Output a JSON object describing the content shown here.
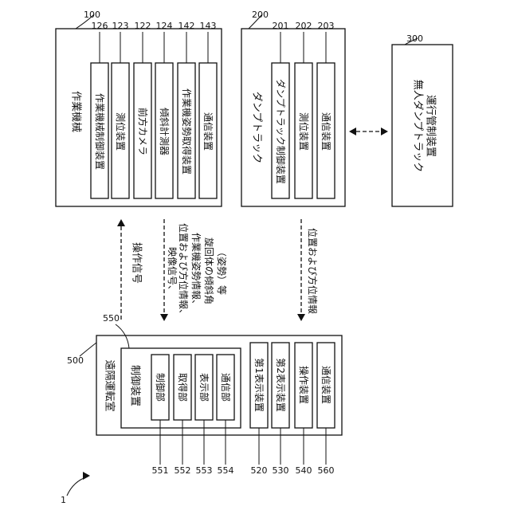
{
  "figure_ref": "1",
  "work_machine": {
    "ref": "100",
    "title": "作業機械",
    "units": [
      {
        "ref": "126",
        "label": "作業機械制御装置"
      },
      {
        "ref": "123",
        "label": "測位装置"
      },
      {
        "ref": "122",
        "label": "前方カメラ"
      },
      {
        "ref": "124",
        "label": "傾斜計測器"
      },
      {
        "ref": "142",
        "label": "作業機姿勢取得装置"
      },
      {
        "ref": "143",
        "label": "通信装置"
      }
    ]
  },
  "dump_truck": {
    "ref": "200",
    "title": "ダンプトラック",
    "units": [
      {
        "ref": "201",
        "label": "ダンプトラック制御装置"
      },
      {
        "ref": "202",
        "label": "測位装置"
      },
      {
        "ref": "203",
        "label": "通信装置"
      }
    ]
  },
  "control_system": {
    "ref": "300",
    "lines": [
      "無人ダンプトラック",
      "運行管制装置"
    ]
  },
  "remote_room": {
    "ref": "500",
    "title": "遠隔運転室",
    "controller": {
      "ref": "550",
      "title": "制御装置",
      "parts": [
        {
          "ref": "551",
          "label": "制御部"
        },
        {
          "ref": "552",
          "label": "取得部"
        },
        {
          "ref": "553",
          "label": "表示部"
        },
        {
          "ref": "554",
          "label": "通信部"
        }
      ]
    },
    "devices": [
      {
        "ref": "520",
        "label": "第1表示装置"
      },
      {
        "ref": "530",
        "label": "第2表示装置"
      },
      {
        "ref": "540",
        "label": "操作装置"
      },
      {
        "ref": "560",
        "label": "通信装置"
      }
    ]
  },
  "signals": {
    "operation": "操作信号",
    "video_lines": [
      "映像信号、",
      "位置および方位情報、",
      "作業機姿勢情報、",
      "旋回体の傾斜角",
      "（姿勢）等"
    ],
    "position": "位置および方位情報"
  }
}
